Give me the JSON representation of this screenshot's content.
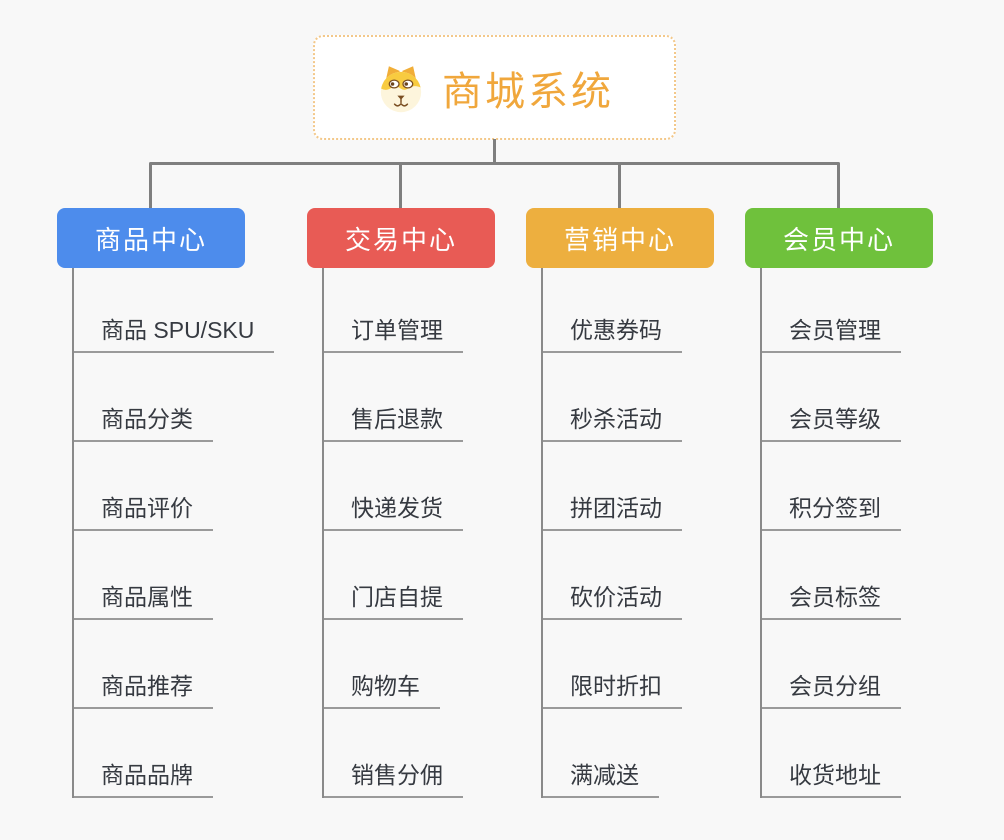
{
  "root": {
    "title": "商城系统",
    "icon": "shiba-dog-icon",
    "text_color": "#f0a73c",
    "border_color": "#f3c88a"
  },
  "colors": {
    "background": "#f8f8f8",
    "connector": "#7f7f7f",
    "leaf_line": "#9a9a9a",
    "leaf_text": "#363a41"
  },
  "branches": [
    {
      "label": "商品中心",
      "color": "#4d8cec",
      "items": [
        "商品 SPU/SKU",
        "商品分类",
        "商品评价",
        "商品属性",
        "商品推荐",
        "商品品牌"
      ]
    },
    {
      "label": "交易中心",
      "color": "#e85b55",
      "items": [
        "订单管理",
        "售后退款",
        "快递发货",
        "门店自提",
        "购物车",
        "销售分佣"
      ]
    },
    {
      "label": "营销中心",
      "color": "#edaf3f",
      "items": [
        "优惠券码",
        "秒杀活动",
        "拼团活动",
        "砍价活动",
        "限时折扣",
        "满减送"
      ]
    },
    {
      "label": "会员中心",
      "color": "#6fc13c",
      "items": [
        "会员管理",
        "会员等级",
        "积分签到",
        "会员标签",
        "会员分组",
        "收货地址"
      ]
    }
  ]
}
